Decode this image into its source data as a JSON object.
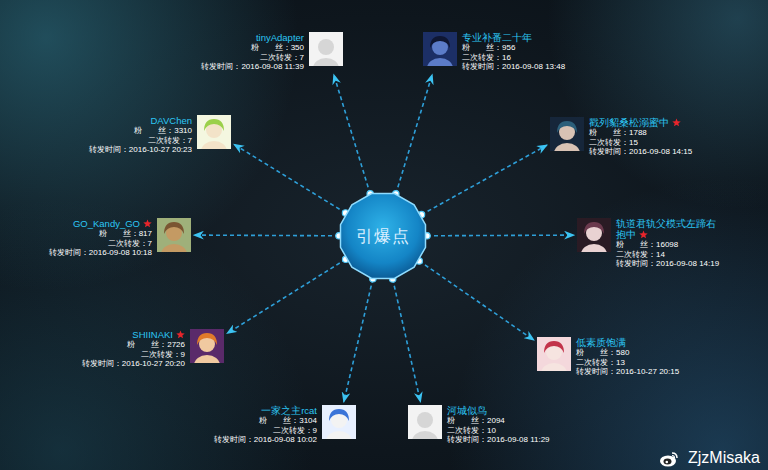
{
  "diagram": {
    "nodes": [
      {
        "text": [
          "引爆点"
        ]
      },
      {
        "text": [
          "tinyAdapter",
          "粉　　丝：350",
          "二次转发：7",
          "转发时间：2016-09-08 11:39"
        ]
      },
      {
        "text": [
          "专业补番二十年",
          "粉　　丝：956",
          "二次转发：16",
          "转发时间：2016-09-08 13:48"
        ]
      },
      {
        "text": [
          "戳列貂桑松溺蜜中",
          "粉　　丝：1788",
          "二次转发：15",
          "转发时间：2016-09-08 14:15"
        ]
      },
      {
        "text": [
          "轨道君轨父模式左蹄右抱中",
          "粉　　丝：16098",
          "二次转发：14",
          "转发时间：2016-09-08 14:19"
        ]
      },
      {
        "text": [
          "低素质饱满",
          "粉　　丝：580",
          "二次转发：13",
          "转发时间：2016-10-27 20:15"
        ]
      },
      {
        "text": [
          "河城似鸟",
          "粉　　丝：2094",
          "二次转发：10",
          "转发时间：2016-09-08 11:29"
        ]
      },
      {
        "text": [
          "一家之主rcat",
          "粉　　丝：3104",
          "二次转发：9",
          "转发时间：2016-09-08 10:02"
        ]
      },
      {
        "text": [
          "SHIINAKI",
          "粉　　丝：2726",
          "二次转发：9",
          "转发时间：2016-10-27 20:20"
        ]
      },
      {
        "text": [
          "GO_Kandy_GO",
          "粉　　丝：817",
          "二次转发：7",
          "转发时间：2016-09-08 10:18"
        ]
      },
      {
        "text": [
          "DAVChen",
          "粉　　丝：3310",
          "二次转发：7",
          "转发时间：2016-10-27 20:23"
        ]
      }
    ],
    "edges": [
      {
        "from": 0,
        "to": 1,
        "arrow": "to"
      },
      {
        "from": 0,
        "to": 2,
        "arrow": "to"
      },
      {
        "from": 0,
        "to": 3,
        "arrow": "to"
      },
      {
        "from": 0,
        "to": 4,
        "arrow": "to"
      },
      {
        "from": 0,
        "to": 5,
        "arrow": "to"
      },
      {
        "from": 0,
        "to": 6,
        "arrow": "to"
      },
      {
        "from": 0,
        "to": 7,
        "arrow": "to"
      },
      {
        "from": 0,
        "to": 8,
        "arrow": "to"
      },
      {
        "from": 0,
        "to": 9,
        "arrow": "to"
      },
      {
        "from": 0,
        "to": 10,
        "arrow": "to"
      }
    ],
    "labels": [
      "ZjzMisaka"
    ]
  }
}
